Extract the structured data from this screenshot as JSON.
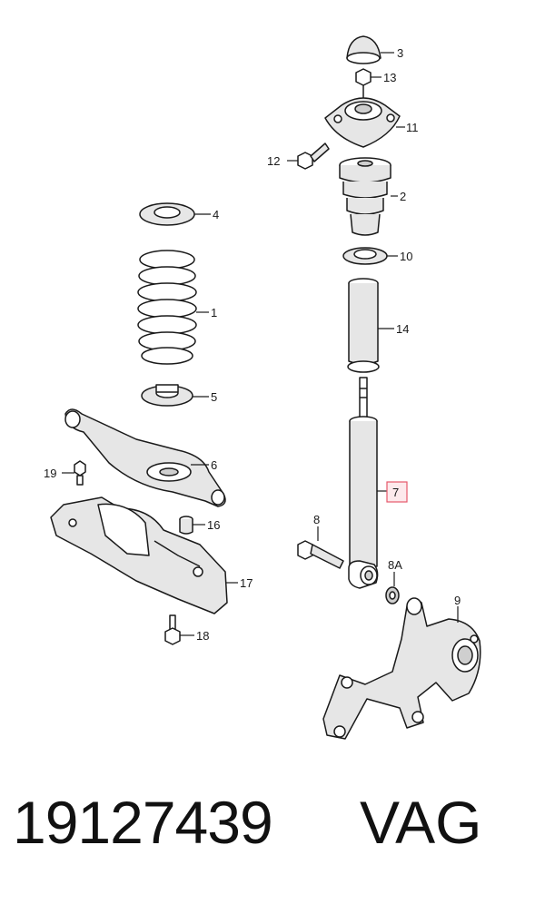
{
  "callouts": {
    "c3": "3",
    "c13": "13",
    "c11": "11",
    "c12": "12",
    "c2": "2",
    "c10": "10",
    "c4": "4",
    "c14": "14",
    "c1": "1",
    "c5": "5",
    "c6": "6",
    "c19": "19",
    "c7": "7",
    "c16": "16",
    "c8": "8",
    "c17": "17",
    "c8a": "8A",
    "c9": "9",
    "c18": "18"
  },
  "highlight_color": "#e6586c",
  "footer": {
    "part_number": "19127439",
    "brand": "VAG"
  }
}
